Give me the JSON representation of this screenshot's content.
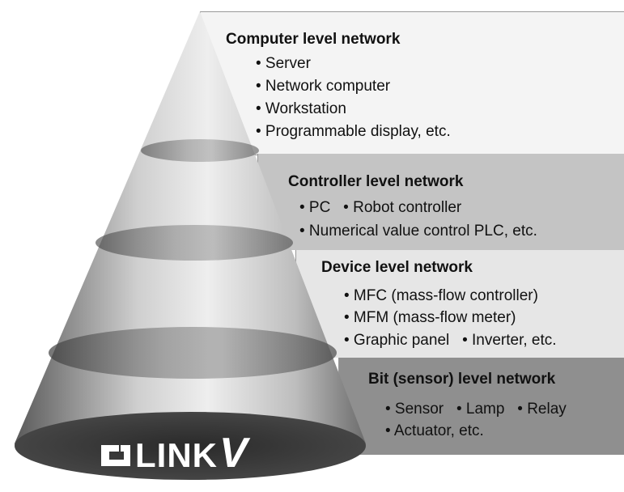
{
  "levels": [
    {
      "title": "Computer level network",
      "items": [
        "• Server",
        "• Network computer",
        "• Workstation",
        "• Programmable display, etc."
      ],
      "fill": "#f4f4f4"
    },
    {
      "title": "Controller level network",
      "items": [
        "• PC   • Robot controller",
        "• Numerical value control PLC, etc."
      ],
      "fill": "#c4c4c4"
    },
    {
      "title": "Device level network",
      "items": [
        "• MFC (mass-flow controller)",
        "• MFM (mass-flow meter)",
        "• Graphic panel   • Inverter, etc."
      ],
      "fill": "#e6e6e6"
    },
    {
      "title": "Bit (sensor) level network",
      "items": [
        "• Sensor   • Lamp   • Relay",
        "• Actuator, etc."
      ],
      "fill": "#8f8f8f"
    }
  ],
  "logo": {
    "text": "LINK",
    "suffix": "V"
  }
}
